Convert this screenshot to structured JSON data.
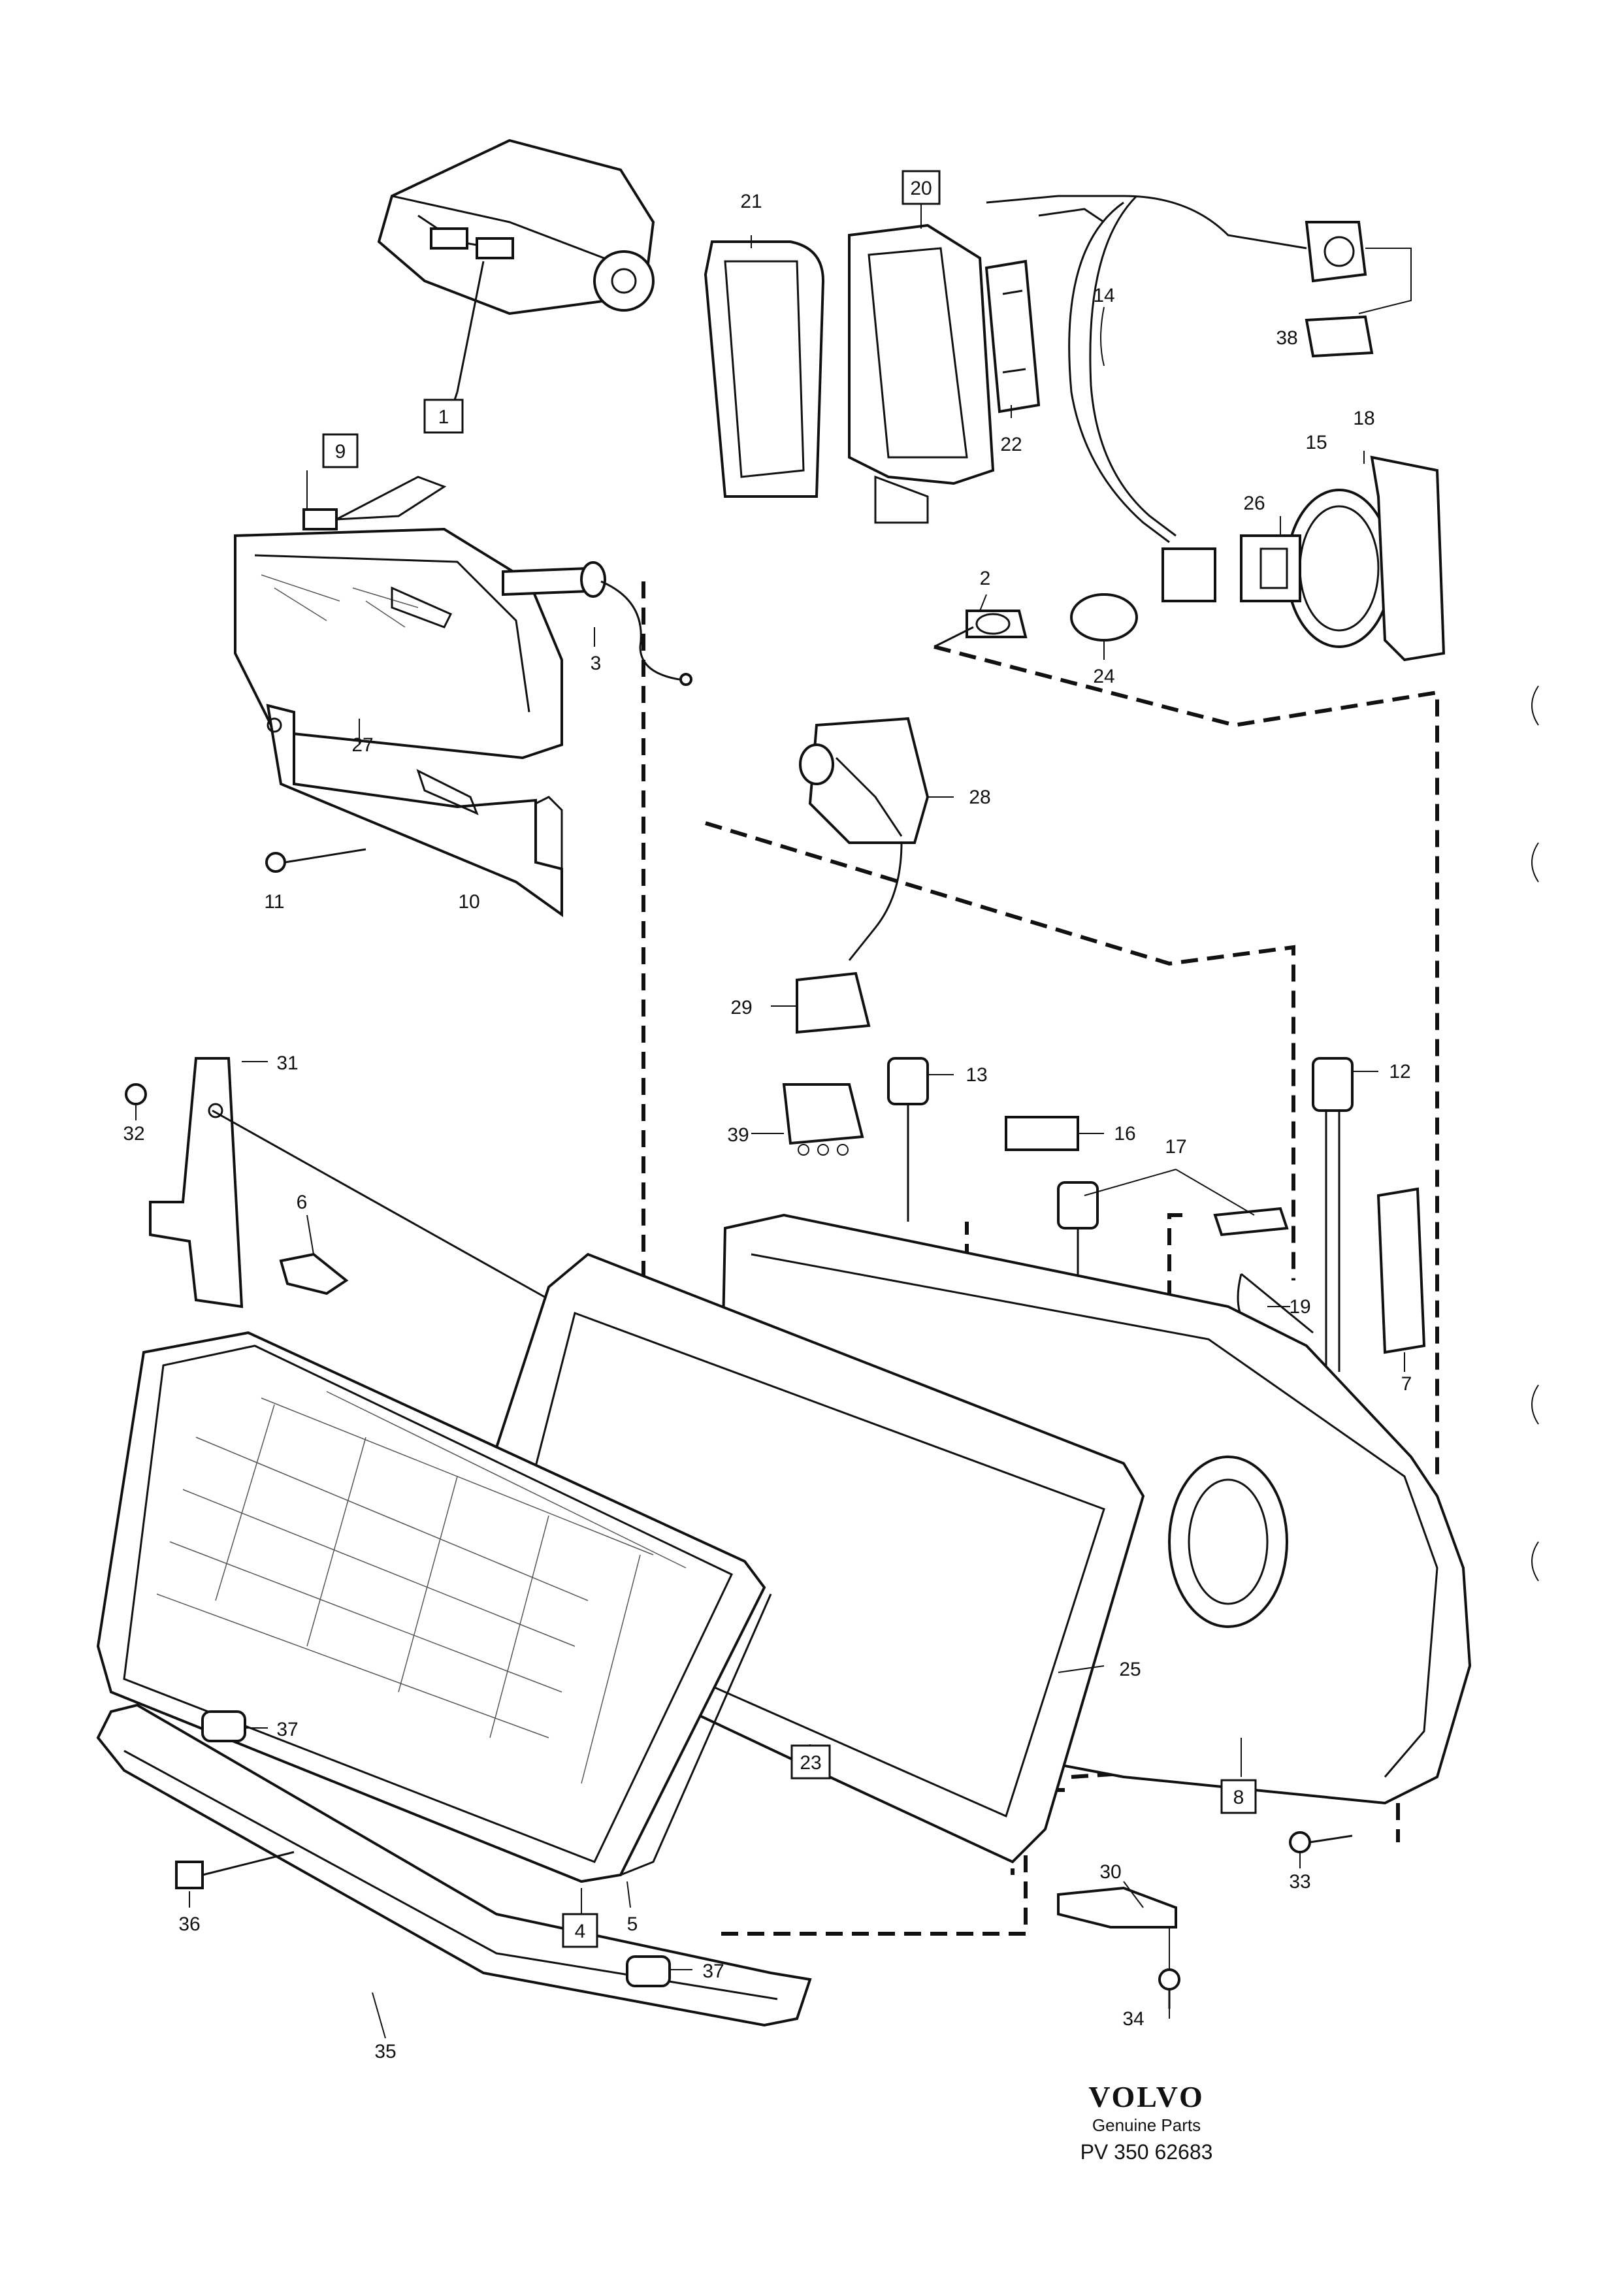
{
  "diagram": {
    "labels": [
      {
        "id": "1",
        "boxed": true
      },
      {
        "id": "2",
        "boxed": false
      },
      {
        "id": "3",
        "boxed": false
      },
      {
        "id": "4",
        "boxed": true
      },
      {
        "id": "5",
        "boxed": false
      },
      {
        "id": "6",
        "boxed": false
      },
      {
        "id": "7",
        "boxed": false
      },
      {
        "id": "8",
        "boxed": true
      },
      {
        "id": "9",
        "boxed": true
      },
      {
        "id": "10",
        "boxed": false
      },
      {
        "id": "11",
        "boxed": false
      },
      {
        "id": "12",
        "boxed": false
      },
      {
        "id": "13",
        "boxed": false
      },
      {
        "id": "14",
        "boxed": false
      },
      {
        "id": "15",
        "boxed": false
      },
      {
        "id": "16",
        "boxed": false
      },
      {
        "id": "17",
        "boxed": false
      },
      {
        "id": "18",
        "boxed": false
      },
      {
        "id": "19",
        "boxed": false
      },
      {
        "id": "20",
        "boxed": true
      },
      {
        "id": "21",
        "boxed": false
      },
      {
        "id": "22",
        "boxed": false
      },
      {
        "id": "23",
        "boxed": true
      },
      {
        "id": "24",
        "boxed": false
      },
      {
        "id": "25",
        "boxed": false
      },
      {
        "id": "26",
        "boxed": false
      },
      {
        "id": "27",
        "boxed": false
      },
      {
        "id": "28",
        "boxed": false
      },
      {
        "id": "29",
        "boxed": false
      },
      {
        "id": "30",
        "boxed": false
      },
      {
        "id": "31",
        "boxed": false
      },
      {
        "id": "32",
        "boxed": false
      },
      {
        "id": "33",
        "boxed": false
      },
      {
        "id": "34",
        "boxed": false
      },
      {
        "id": "35",
        "boxed": false
      },
      {
        "id": "36",
        "boxed": false
      },
      {
        "id": "37a",
        "text": "37",
        "boxed": false
      },
      {
        "id": "37b",
        "text": "37",
        "boxed": false
      },
      {
        "id": "38",
        "boxed": false
      },
      {
        "id": "39",
        "boxed": false
      }
    ]
  },
  "brand": {
    "name": "VOLVO",
    "tagline": "Genuine Parts",
    "code": "PV 350 62683"
  }
}
